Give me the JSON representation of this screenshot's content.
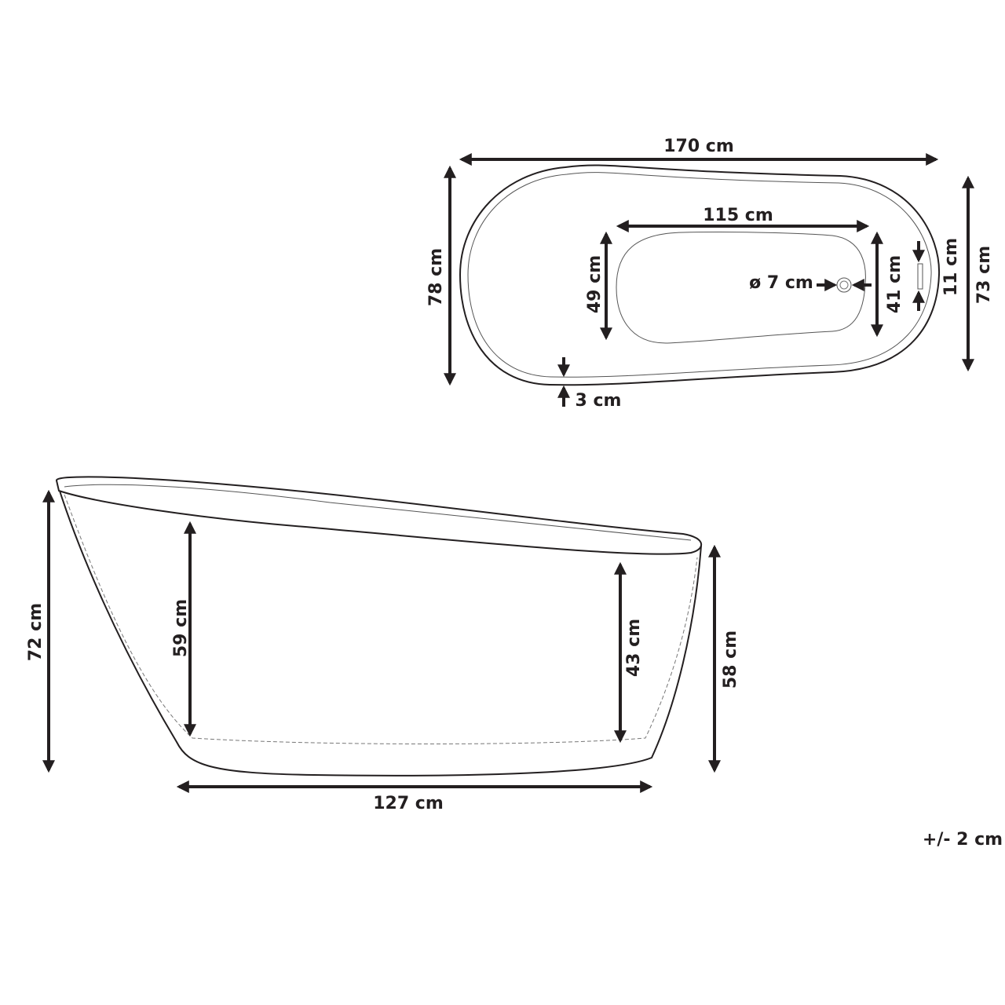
{
  "top_view": {
    "length": "170 cm",
    "width": "78 cm",
    "inner_length": "115 cm",
    "inner_width_left": "49 cm",
    "inner_width_right": "41 cm",
    "drain": "ø 7 cm",
    "overflow": "11 cm",
    "width_right": "73 cm",
    "rim": "3 cm"
  },
  "side_view": {
    "height_back": "72 cm",
    "depth_back": "59 cm",
    "depth_front": "43 cm",
    "height_front": "58 cm",
    "base_length": "127 cm"
  },
  "tolerance": "+/- 2 cm",
  "colors": {
    "line": "#231f20"
  }
}
